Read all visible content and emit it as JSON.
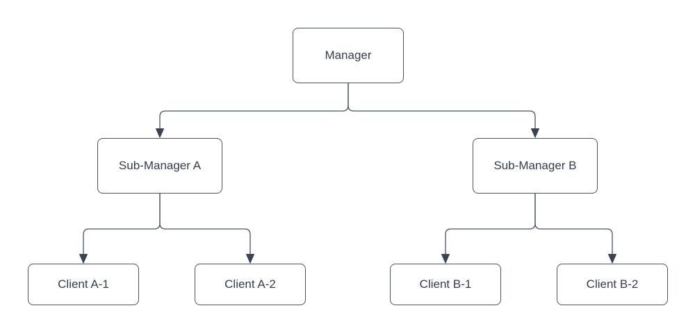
{
  "diagram": {
    "type": "org-chart",
    "colors": {
      "background": "#ffffff",
      "node_fill": "#ffffff",
      "node_border": "#4a5262",
      "connector": "#4a5262",
      "arrowhead": "#3b4352",
      "text": "#343c4b"
    },
    "nodes": {
      "manager": {
        "label": "Manager"
      },
      "sub_manager_a": {
        "label": "Sub-Manager A"
      },
      "sub_manager_b": {
        "label": "Sub-Manager B"
      },
      "client_a1": {
        "label": "Client A-1"
      },
      "client_a2": {
        "label": "Client A-2"
      },
      "client_b1": {
        "label": "Client B-1"
      },
      "client_b2": {
        "label": "Client B-2"
      }
    },
    "edges": [
      {
        "from": "Manager",
        "to": "Sub-Manager A"
      },
      {
        "from": "Manager",
        "to": "Sub-Manager B"
      },
      {
        "from": "Sub-Manager A",
        "to": "Client A-1"
      },
      {
        "from": "Sub-Manager A",
        "to": "Client A-2"
      },
      {
        "from": "Sub-Manager B",
        "to": "Client B-1"
      },
      {
        "from": "Sub-Manager B",
        "to": "Client B-2"
      }
    ]
  }
}
